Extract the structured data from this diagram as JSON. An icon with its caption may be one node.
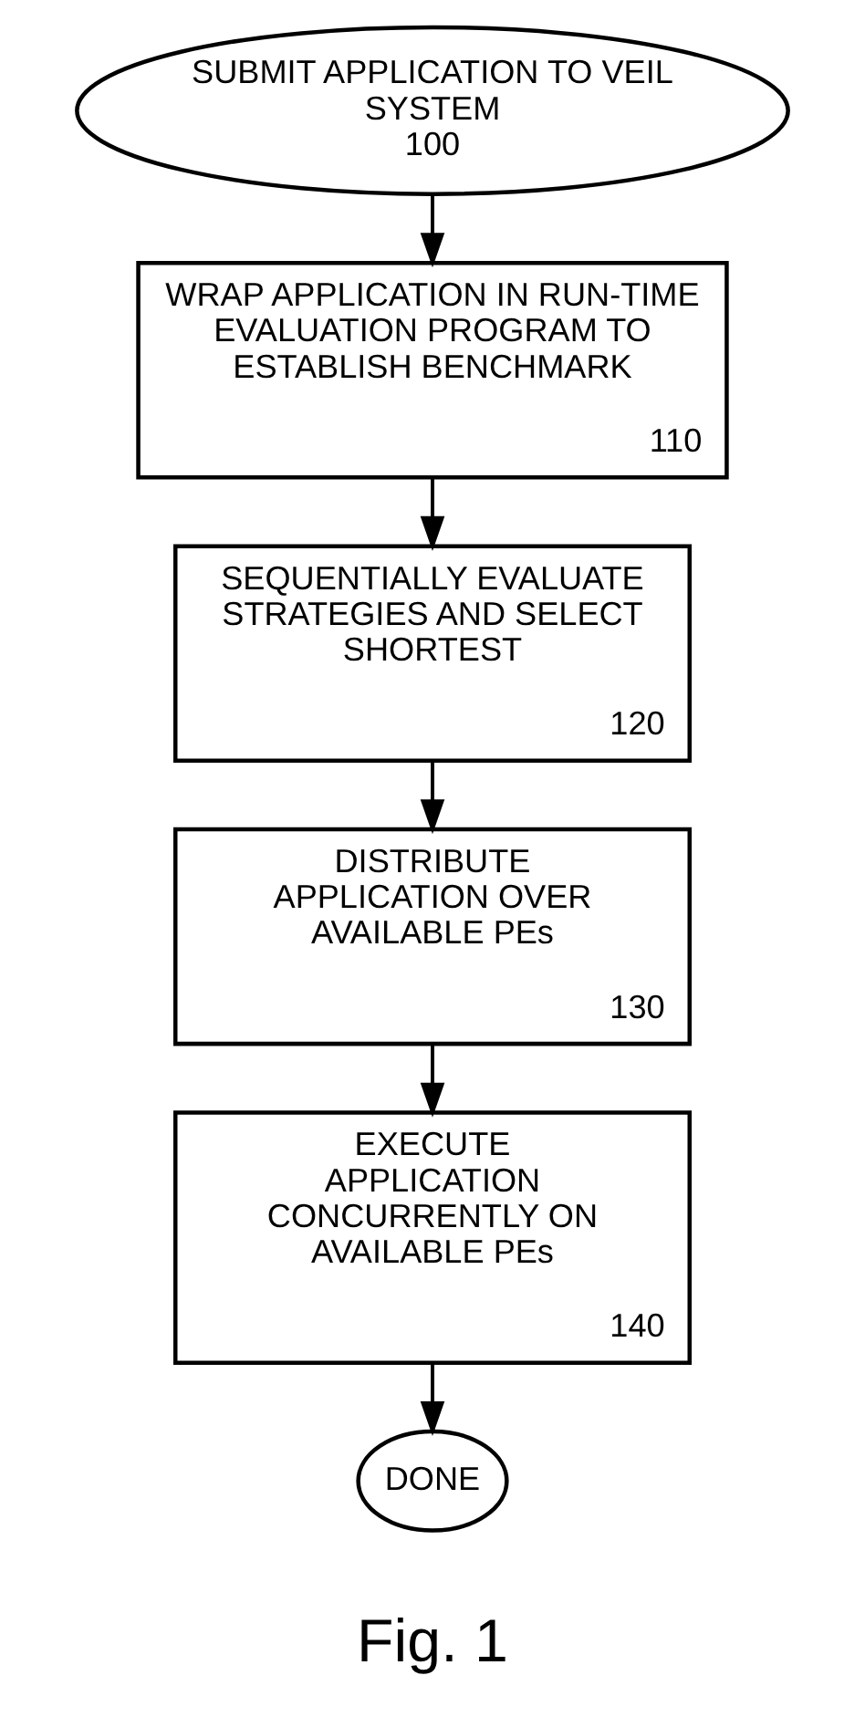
{
  "diagram": {
    "caption": "Fig. 1",
    "nodes": [
      {
        "text": [
          "SUBMIT APPLICATION TO VEIL SYSTEM",
          "100"
        ]
      },
      {
        "text": [
          "WRAP APPLICATION IN RUN-TIME EVALUATION PROGRAM TO ESTABLISH BENCHMARK",
          "110"
        ]
      },
      {
        "text": [
          "SEQUENTIALLY EVALUATE STRATEGIES AND SELECT SHORTEST",
          "120"
        ]
      },
      {
        "text": [
          "DISTRIBUTE APPLICATION OVER AVAILABLE PEs",
          "130"
        ]
      },
      {
        "text": [
          "EXECUTE APPLICATION CONCURRENTLY ON AVAILABLE PEs",
          "140"
        ]
      },
      {
        "text": [
          "DONE"
        ]
      }
    ],
    "edges": [
      {
        "from": 0,
        "to": 1,
        "arrow": "to"
      },
      {
        "from": 1,
        "to": 2,
        "arrow": "to"
      },
      {
        "from": 2,
        "to": 3,
        "arrow": "to"
      },
      {
        "from": 3,
        "to": 4,
        "arrow": "to"
      },
      {
        "from": 4,
        "to": 5,
        "arrow": "to"
      }
    ]
  }
}
